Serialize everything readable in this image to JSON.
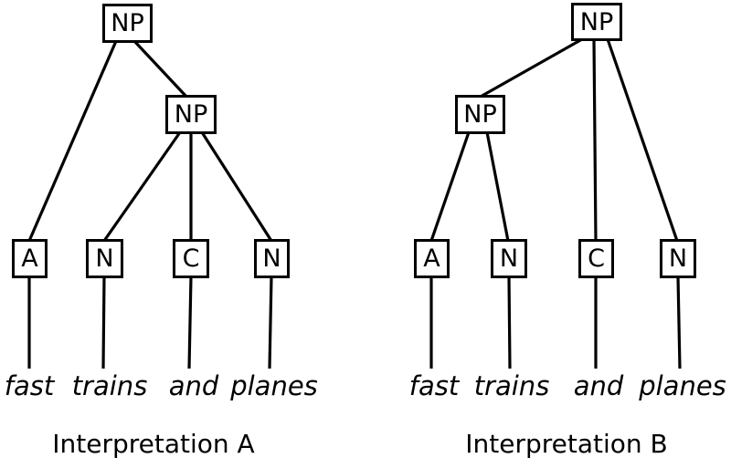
{
  "diagram": {
    "description": "Two constituency parse trees of the phrase 'fast trains and planes'",
    "colors": {
      "line": "#000000",
      "background": "#ffffff",
      "text": "#000000"
    },
    "trees": [
      {
        "caption": "Interpretation A",
        "root_label": "NP",
        "inner_label": "NP",
        "leaves": [
          {
            "pos": "A",
            "word": "fast"
          },
          {
            "pos": "N",
            "word": "trains"
          },
          {
            "pos": "C",
            "word": "and"
          },
          {
            "pos": "N",
            "word": "planes"
          }
        ],
        "edges": [
          "root-NP -> A",
          "root-NP -> inner-NP",
          "inner-NP -> N(trains)",
          "inner-NP -> C(and)",
          "inner-NP -> N(planes)"
        ],
        "bracketing": "[NP [A fast] [NP [N trains] [C and] [N planes]]]"
      },
      {
        "caption": "Interpretation B",
        "root_label": "NP",
        "inner_label": "NP",
        "leaves": [
          {
            "pos": "A",
            "word": "fast"
          },
          {
            "pos": "N",
            "word": "trains"
          },
          {
            "pos": "C",
            "word": "and"
          },
          {
            "pos": "N",
            "word": "planes"
          }
        ],
        "edges": [
          "root-NP -> inner-NP",
          "root-NP -> C(and)",
          "root-NP -> N(planes)",
          "inner-NP -> A(fast)",
          "inner-NP -> N(trains)"
        ],
        "bracketing": "[NP [NP [A fast] [N trains]] [C and] [N planes]]"
      }
    ]
  }
}
